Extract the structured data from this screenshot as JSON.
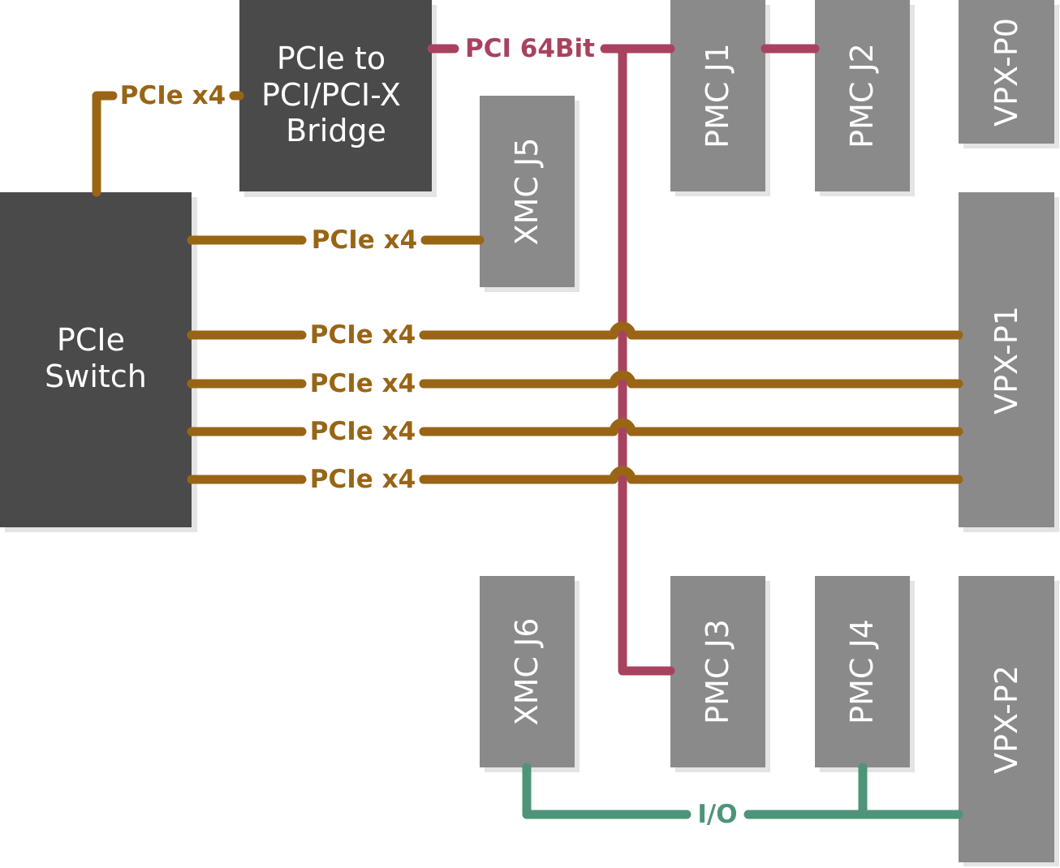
{
  "colors": {
    "dark_box": "#4a4a4a",
    "light_box": "#8a8a8a",
    "shadow": "#e4e4e4",
    "pcie": "#996515",
    "pci": "#a8435f",
    "io": "#4e9479",
    "box_text": "#ffffff"
  },
  "blocks": {
    "bridge": [
      "PCIe to",
      "PCI/PCI-X",
      "Bridge"
    ],
    "switch": [
      "PCIe",
      "Switch"
    ],
    "pmc_j1": "PMC J1",
    "pmc_j2": "PMC J2",
    "pmc_j3": "PMC J3",
    "pmc_j4": "PMC J4",
    "xmc_j5": "XMC J5",
    "xmc_j6": "XMC J6",
    "vpx_p0": "VPX-P0",
    "vpx_p1": "VPX-P1",
    "vpx_p2": "VPX-P2"
  },
  "links": {
    "switch_to_bridge": "PCIe x4",
    "switch_to_xmc_j5": "PCIe x4",
    "pci_bus": "PCI 64Bit",
    "switch_to_vpx_p1": [
      "PCIe x4",
      "PCIe x4",
      "PCIe x4",
      "PCIe x4"
    ],
    "io_bus": "I/O"
  }
}
